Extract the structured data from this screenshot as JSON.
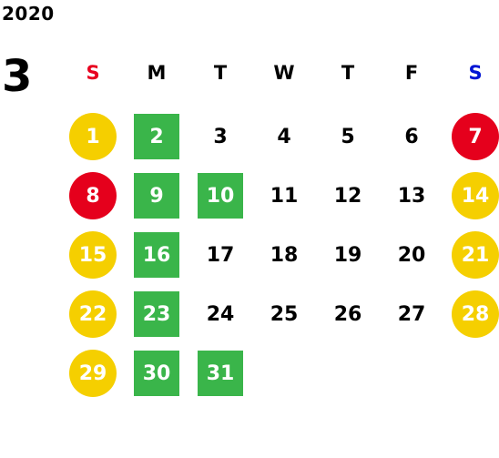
{
  "header": {
    "year": "2020",
    "month": "3"
  },
  "weekdays": [
    {
      "label": "S",
      "color": "#e8001f"
    },
    {
      "label": "M",
      "color": "#000000"
    },
    {
      "label": "T",
      "color": "#000000"
    },
    {
      "label": "W",
      "color": "#000000"
    },
    {
      "label": "T",
      "color": "#000000"
    },
    {
      "label": "F",
      "color": "#000000"
    },
    {
      "label": "S",
      "color": "#0015d4"
    }
  ],
  "colors": {
    "weekend": "#f5cf00",
    "holiday": "#e5001c",
    "green": "#3ab54a"
  },
  "days": [
    {
      "day": "1",
      "col": 0,
      "row": 0,
      "style": "weekend"
    },
    {
      "day": "2",
      "col": 1,
      "row": 0,
      "style": "green"
    },
    {
      "day": "3",
      "col": 2,
      "row": 0,
      "style": "plain"
    },
    {
      "day": "4",
      "col": 3,
      "row": 0,
      "style": "plain"
    },
    {
      "day": "5",
      "col": 4,
      "row": 0,
      "style": "plain"
    },
    {
      "day": "6",
      "col": 5,
      "row": 0,
      "style": "plain"
    },
    {
      "day": "7",
      "col": 6,
      "row": 0,
      "style": "holiday"
    },
    {
      "day": "8",
      "col": 0,
      "row": 1,
      "style": "holiday"
    },
    {
      "day": "9",
      "col": 1,
      "row": 1,
      "style": "green"
    },
    {
      "day": "10",
      "col": 2,
      "row": 1,
      "style": "green"
    },
    {
      "day": "11",
      "col": 3,
      "row": 1,
      "style": "plain"
    },
    {
      "day": "12",
      "col": 4,
      "row": 1,
      "style": "plain"
    },
    {
      "day": "13",
      "col": 5,
      "row": 1,
      "style": "plain"
    },
    {
      "day": "14",
      "col": 6,
      "row": 1,
      "style": "weekend"
    },
    {
      "day": "15",
      "col": 0,
      "row": 2,
      "style": "weekend"
    },
    {
      "day": "16",
      "col": 1,
      "row": 2,
      "style": "green"
    },
    {
      "day": "17",
      "col": 2,
      "row": 2,
      "style": "plain"
    },
    {
      "day": "18",
      "col": 3,
      "row": 2,
      "style": "plain"
    },
    {
      "day": "19",
      "col": 4,
      "row": 2,
      "style": "plain"
    },
    {
      "day": "20",
      "col": 5,
      "row": 2,
      "style": "plain"
    },
    {
      "day": "21",
      "col": 6,
      "row": 2,
      "style": "weekend"
    },
    {
      "day": "22",
      "col": 0,
      "row": 3,
      "style": "weekend"
    },
    {
      "day": "23",
      "col": 1,
      "row": 3,
      "style": "green"
    },
    {
      "day": "24",
      "col": 2,
      "row": 3,
      "style": "plain"
    },
    {
      "day": "25",
      "col": 3,
      "row": 3,
      "style": "plain"
    },
    {
      "day": "26",
      "col": 4,
      "row": 3,
      "style": "plain"
    },
    {
      "day": "27",
      "col": 5,
      "row": 3,
      "style": "plain"
    },
    {
      "day": "28",
      "col": 6,
      "row": 3,
      "style": "weekend"
    },
    {
      "day": "29",
      "col": 0,
      "row": 4,
      "style": "weekend"
    },
    {
      "day": "30",
      "col": 1,
      "row": 4,
      "style": "green"
    },
    {
      "day": "31",
      "col": 2,
      "row": 4,
      "style": "green"
    }
  ]
}
